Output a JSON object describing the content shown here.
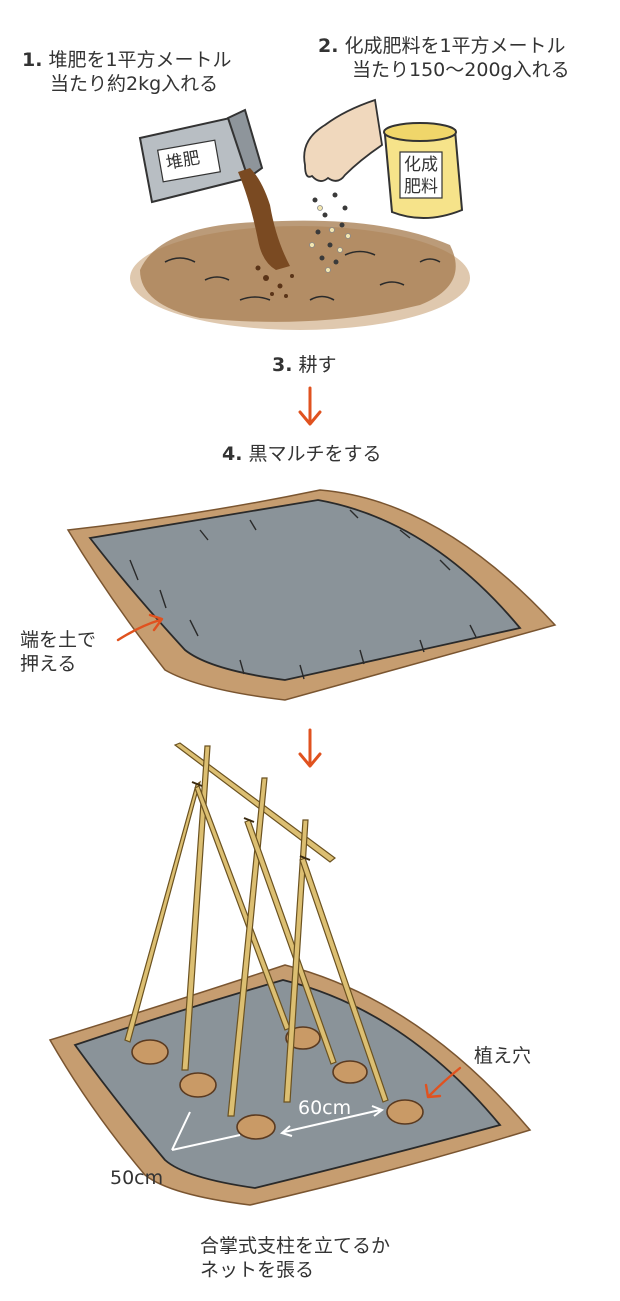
{
  "steps": {
    "s1": {
      "num": "1.",
      "line1": "堆肥を1平方メートル",
      "line2": "当たり約2kg入れる"
    },
    "s2": {
      "num": "2.",
      "line1": "化成肥料を1平方メートル",
      "line2": "当たり150〜200g入れる"
    },
    "s3": {
      "num": "3.",
      "text": "耕す"
    },
    "s4": {
      "num": "4.",
      "text": "黒マルチをする"
    }
  },
  "bags": {
    "compost": "堆肥",
    "fertilizer_line1": "化成",
    "fertilizer_line2": "肥料"
  },
  "mulch_note": {
    "line1": "端を土で",
    "line2": "押える"
  },
  "planting": {
    "hole_label": "植え穴",
    "spacing_row": "60cm",
    "spacing_col": "50cm",
    "caption_line1": "合掌式支柱を立てるか",
    "caption_line2": "ネットを張る"
  },
  "colors": {
    "arrow": "#e0521f",
    "soil": "#b38a5c",
    "mulch": "#8a9399",
    "pole": "#d8b86a"
  }
}
